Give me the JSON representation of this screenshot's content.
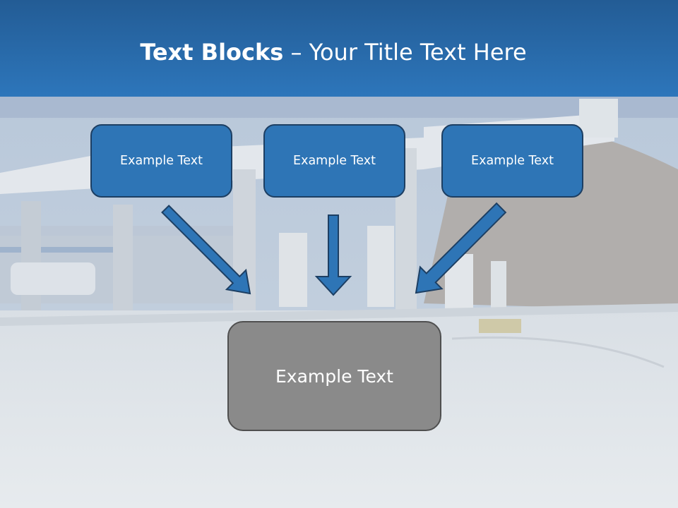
{
  "title": {
    "bold_part": "Text Blocks",
    "separator": " – ",
    "regular_part": "Your Title Text Here"
  },
  "boxes": {
    "top_left": "Example Text",
    "top_center": "Example Text",
    "top_right": "Example Text",
    "bottom": "Example Text"
  },
  "colors": {
    "title_bar": "#2d76bb",
    "box_fill": "#2e75b6",
    "box_border": "#1d3f63",
    "bottom_box_fill": "#8a8a8a",
    "arrow": "#2e75b6"
  }
}
